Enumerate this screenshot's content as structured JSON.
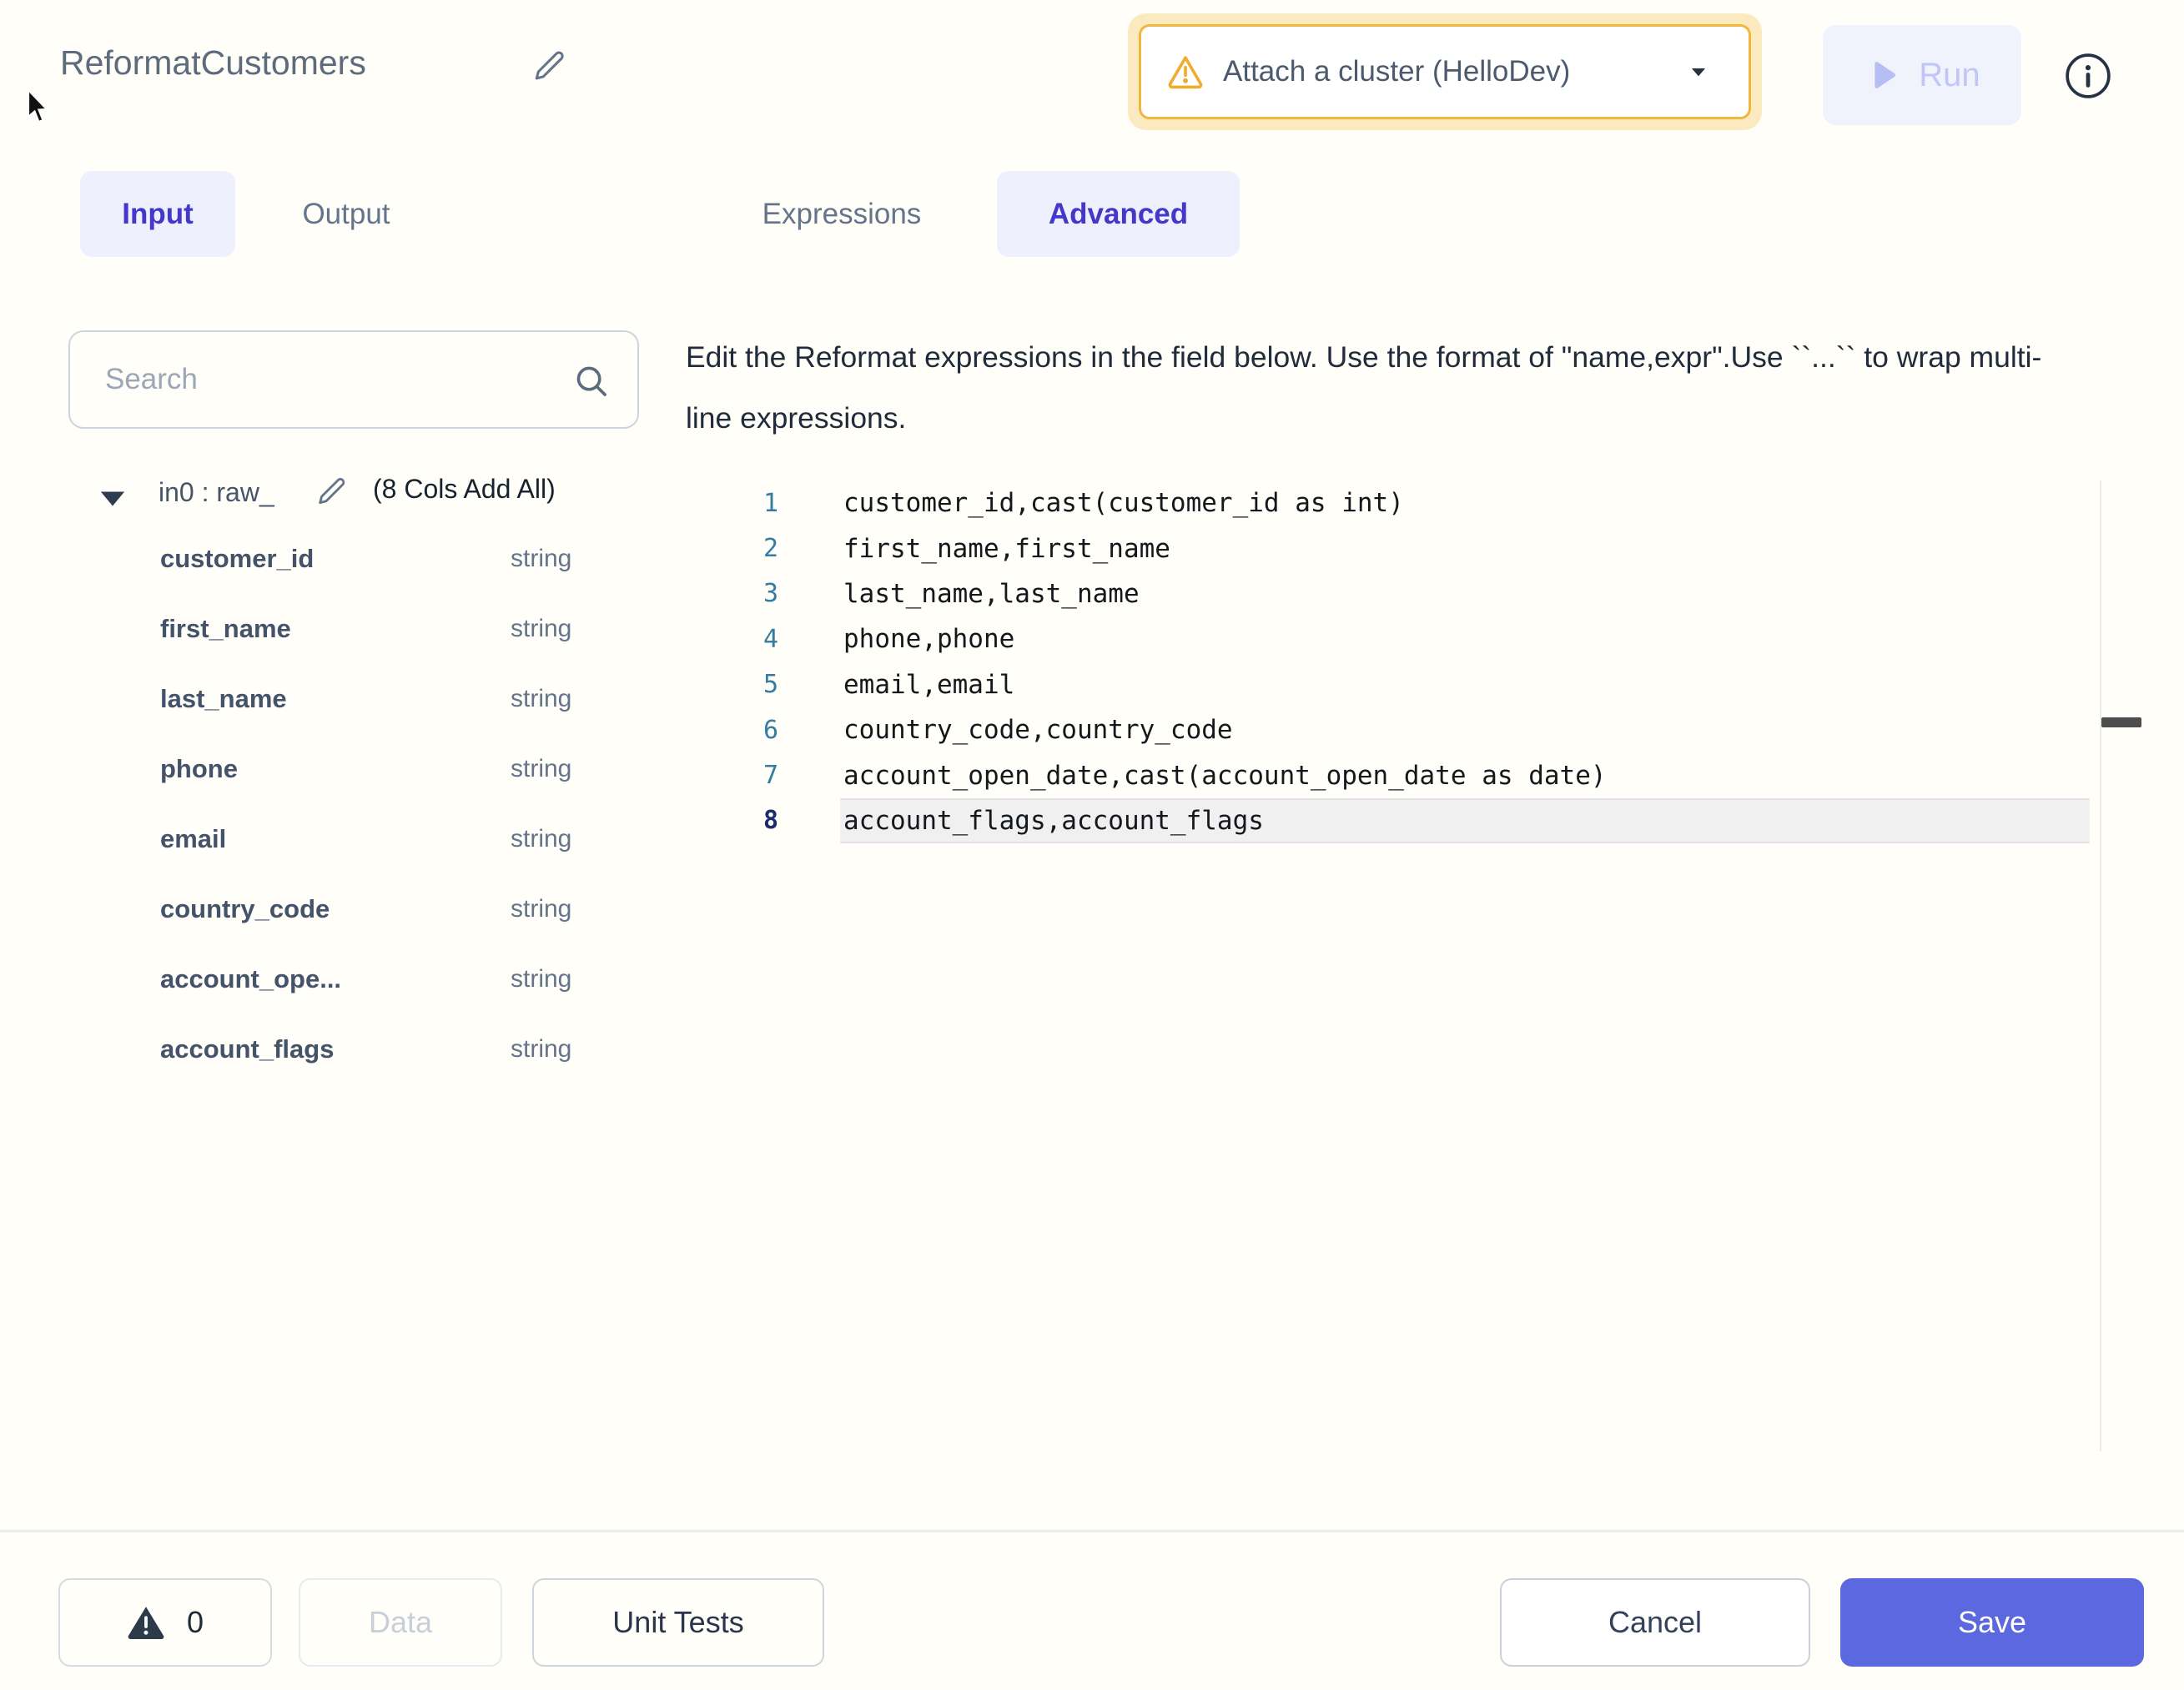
{
  "colors": {
    "accent": "#5B68DF",
    "active_tab_text": "#4338CA",
    "active_tab_bg": "#EEF0FD",
    "warning_amber": "#EFB73E",
    "line_number_teal": "#357CA3",
    "active_line_number": "#1B2C6E"
  },
  "header": {
    "title": "ReformatCustomers",
    "cluster_label": "Attach a cluster (HelloDev)",
    "run_label": "Run"
  },
  "tabs": {
    "group1": [
      {
        "label": "Input",
        "active": true
      },
      {
        "label": "Output",
        "active": false
      }
    ],
    "group2": [
      {
        "label": "Expressions",
        "active": false
      },
      {
        "label": "Advanced",
        "active": true
      }
    ]
  },
  "sidebar": {
    "search_placeholder": "Search",
    "tree_label": "in0 : raw_",
    "cols_summary": "(8 Cols Add All)",
    "columns": [
      {
        "name": "customer_id",
        "type": "string"
      },
      {
        "name": "first_name",
        "type": "string"
      },
      {
        "name": "last_name",
        "type": "string"
      },
      {
        "name": "phone",
        "type": "string"
      },
      {
        "name": "email",
        "type": "string"
      },
      {
        "name": "country_code",
        "type": "string"
      },
      {
        "name": "account_ope...",
        "type": "string"
      },
      {
        "name": "account_flags",
        "type": "string"
      }
    ]
  },
  "main": {
    "instructions": "Edit the Reformat expressions in the field below. Use the format of \"name,expr\".Use ``...`` to wrap multi-line expressions.",
    "lines": [
      {
        "no": "1",
        "code": "customer_id,cast(customer_id as int)"
      },
      {
        "no": "2",
        "code": "first_name,first_name"
      },
      {
        "no": "3",
        "code": "last_name,last_name"
      },
      {
        "no": "4",
        "code": "phone,phone"
      },
      {
        "no": "5",
        "code": "email,email"
      },
      {
        "no": "6",
        "code": "country_code,country_code"
      },
      {
        "no": "7",
        "code": "account_open_date,cast(account_open_date as date)"
      },
      {
        "no": "8",
        "code": "account_flags,account_flags",
        "active": true
      }
    ]
  },
  "footer": {
    "issues_count": "0",
    "data_label": "Data",
    "unit_tests_label": "Unit Tests",
    "cancel_label": "Cancel",
    "save_label": "Save"
  }
}
